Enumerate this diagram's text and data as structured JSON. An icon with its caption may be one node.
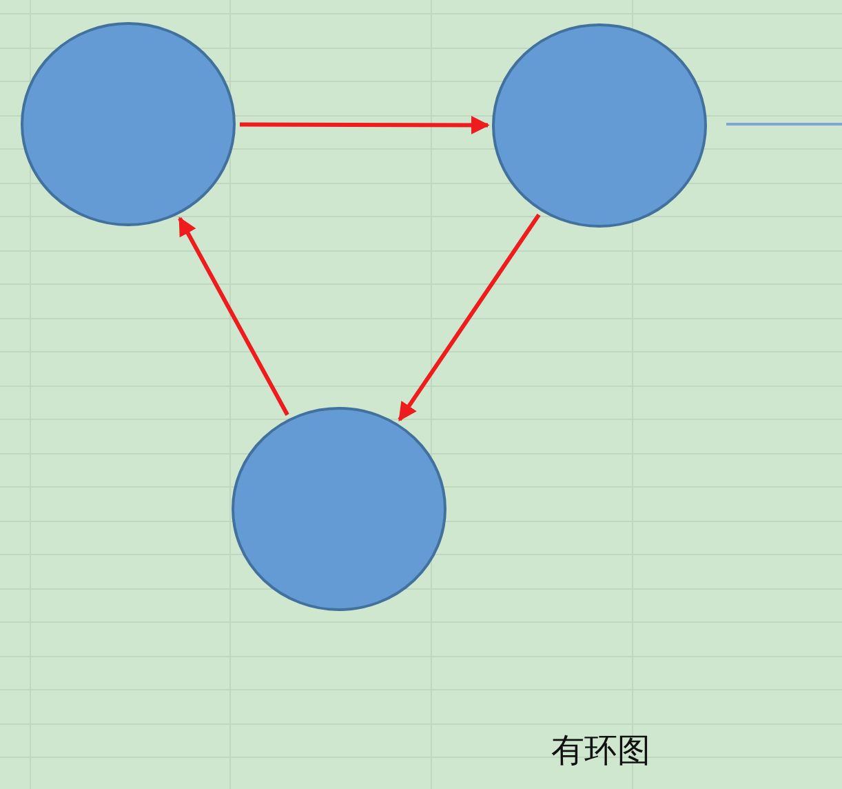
{
  "diagram": {
    "caption": "有环图",
    "nodes": [
      {
        "text": [],
        "shape": "circle"
      },
      {
        "text": [],
        "shape": "circle"
      },
      {
        "text": [],
        "shape": "circle"
      }
    ],
    "edges": [
      {
        "from": 0,
        "to": 1,
        "arrow": "to"
      },
      {
        "from": 1,
        "to": 2,
        "arrow": "to"
      },
      {
        "from": 2,
        "to": 0,
        "arrow": "to"
      }
    ]
  }
}
